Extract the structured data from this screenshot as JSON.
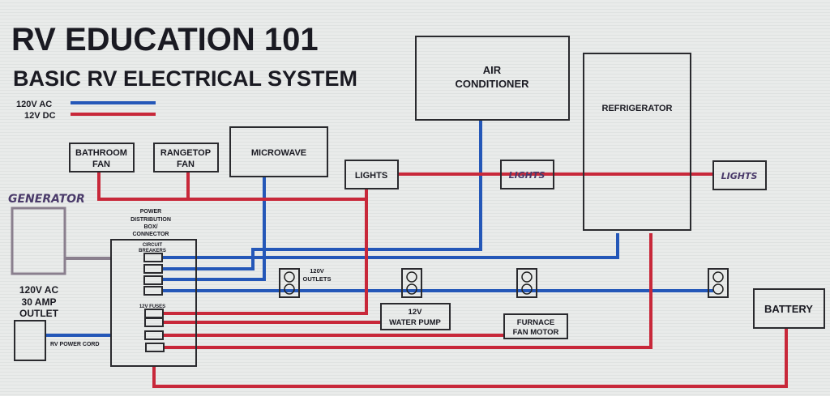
{
  "title": "RV EDUCATION 101",
  "subtitle": "BASIC RV ELECTRICAL SYSTEM",
  "legend": [
    {
      "label": "120V AC",
      "color": "#2457b8"
    },
    {
      "label": "12V DC",
      "color": "#c8283a"
    }
  ],
  "components": {
    "bathroom_fan": [
      "BATHROOM",
      "FAN"
    ],
    "rangetop_fan": [
      "RANGETOP",
      "FAN"
    ],
    "microwave": "MICROWAVE",
    "air_conditioner": [
      "AIR",
      "CONDITIONER"
    ],
    "refrigerator": "REFRIGERATOR",
    "lights_1": "LIGHTS",
    "lights_2": "LIGHTS",
    "lights_3": "LIGHTS",
    "generator": "GENERATOR",
    "power_box": [
      "POWER",
      "DISTRIBUTION",
      "BOX/",
      "CONNECTOR"
    ],
    "circuit_breakers": [
      "CIRCUIT",
      "BREAKERS"
    ],
    "fuses": "12V FUSES",
    "outlets": [
      "120V",
      "OUTLETS"
    ],
    "shore_outlet": [
      "120V AC",
      "30 AMP",
      "OUTLET"
    ],
    "power_cord": "RV POWER CORD",
    "water_pump": [
      "12V",
      "WATER PUMP"
    ],
    "furnace": [
      "FURNACE",
      "FAN MOTOR"
    ],
    "battery": "BATTERY"
  }
}
